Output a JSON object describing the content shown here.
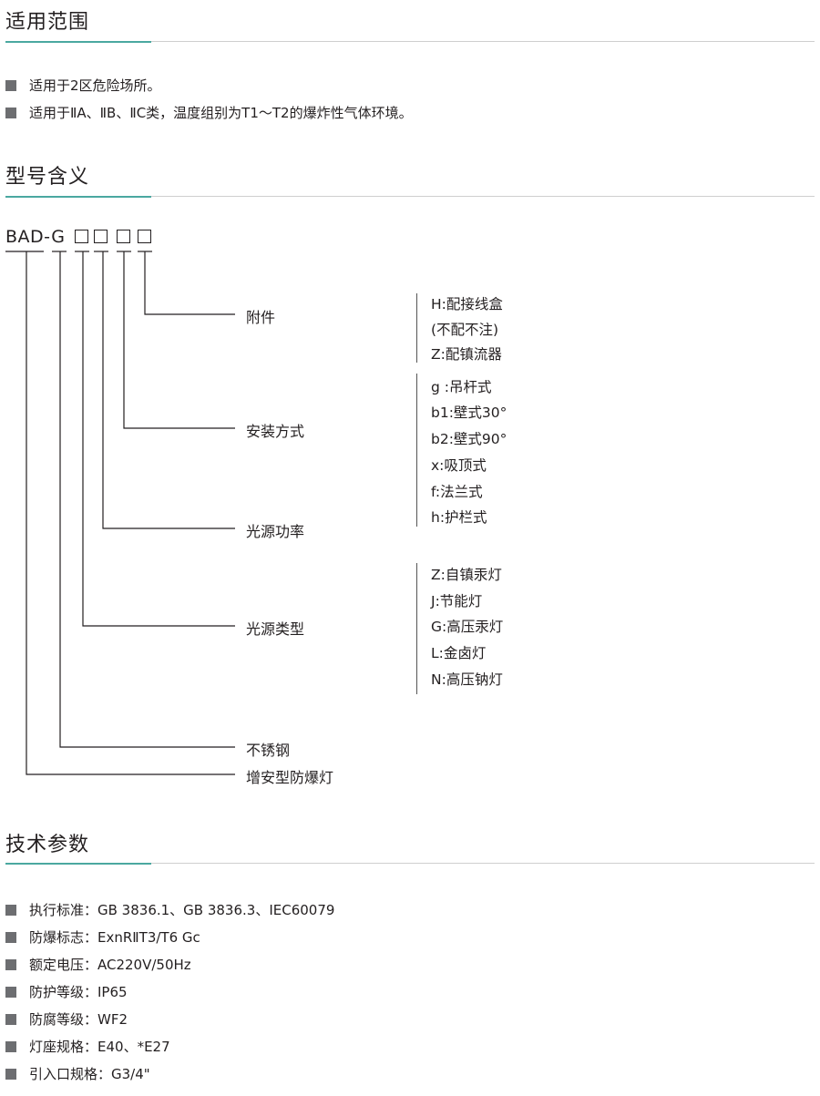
{
  "sections": {
    "scope": {
      "title": "适用范围",
      "items": [
        "适用于2区危险场所。",
        "适用于ⅡA、ⅡB、ⅡC类，温度组别为T1～T2的爆炸性气体环境。"
      ]
    },
    "model": {
      "title": "型号含义",
      "code": "BAD-G",
      "labels": {
        "accessory": "附件",
        "mounting": "安装方式",
        "power": "光源功率",
        "source_type": "光源类型",
        "stainless": "不锈钢",
        "lamp": "增安型防爆灯"
      },
      "accessory_options": [
        "H:配接线盒",
        "(不配不注)",
        "Z:配镇流器"
      ],
      "mounting_options": [
        "g :吊杆式",
        "b1:壁式30°",
        "b2:壁式90°",
        "x:吸顶式",
        "f:法兰式",
        "h:护栏式"
      ],
      "source_options": [
        "Z:自镇汞灯",
        "J:节能灯",
        "G:高压汞灯",
        "L:金卤灯",
        "N:高压钠灯"
      ]
    },
    "specs": {
      "title": "技术参数",
      "items": [
        "执行标准：GB 3836.1、GB 3836.3、IEC60079",
        "防爆标志：ExnRⅡT3/T6 Gc",
        "额定电压：AC220V/50Hz",
        "防护等级：IP65",
        "防腐等级：WF2",
        "灯座规格：E40、*E27",
        "引入口规格：G3/4\""
      ]
    }
  },
  "colors": {
    "accent": "#4aa8a0",
    "bullet": "#6d6e71",
    "text": "#231f20",
    "rule": "#cfcfcf"
  }
}
